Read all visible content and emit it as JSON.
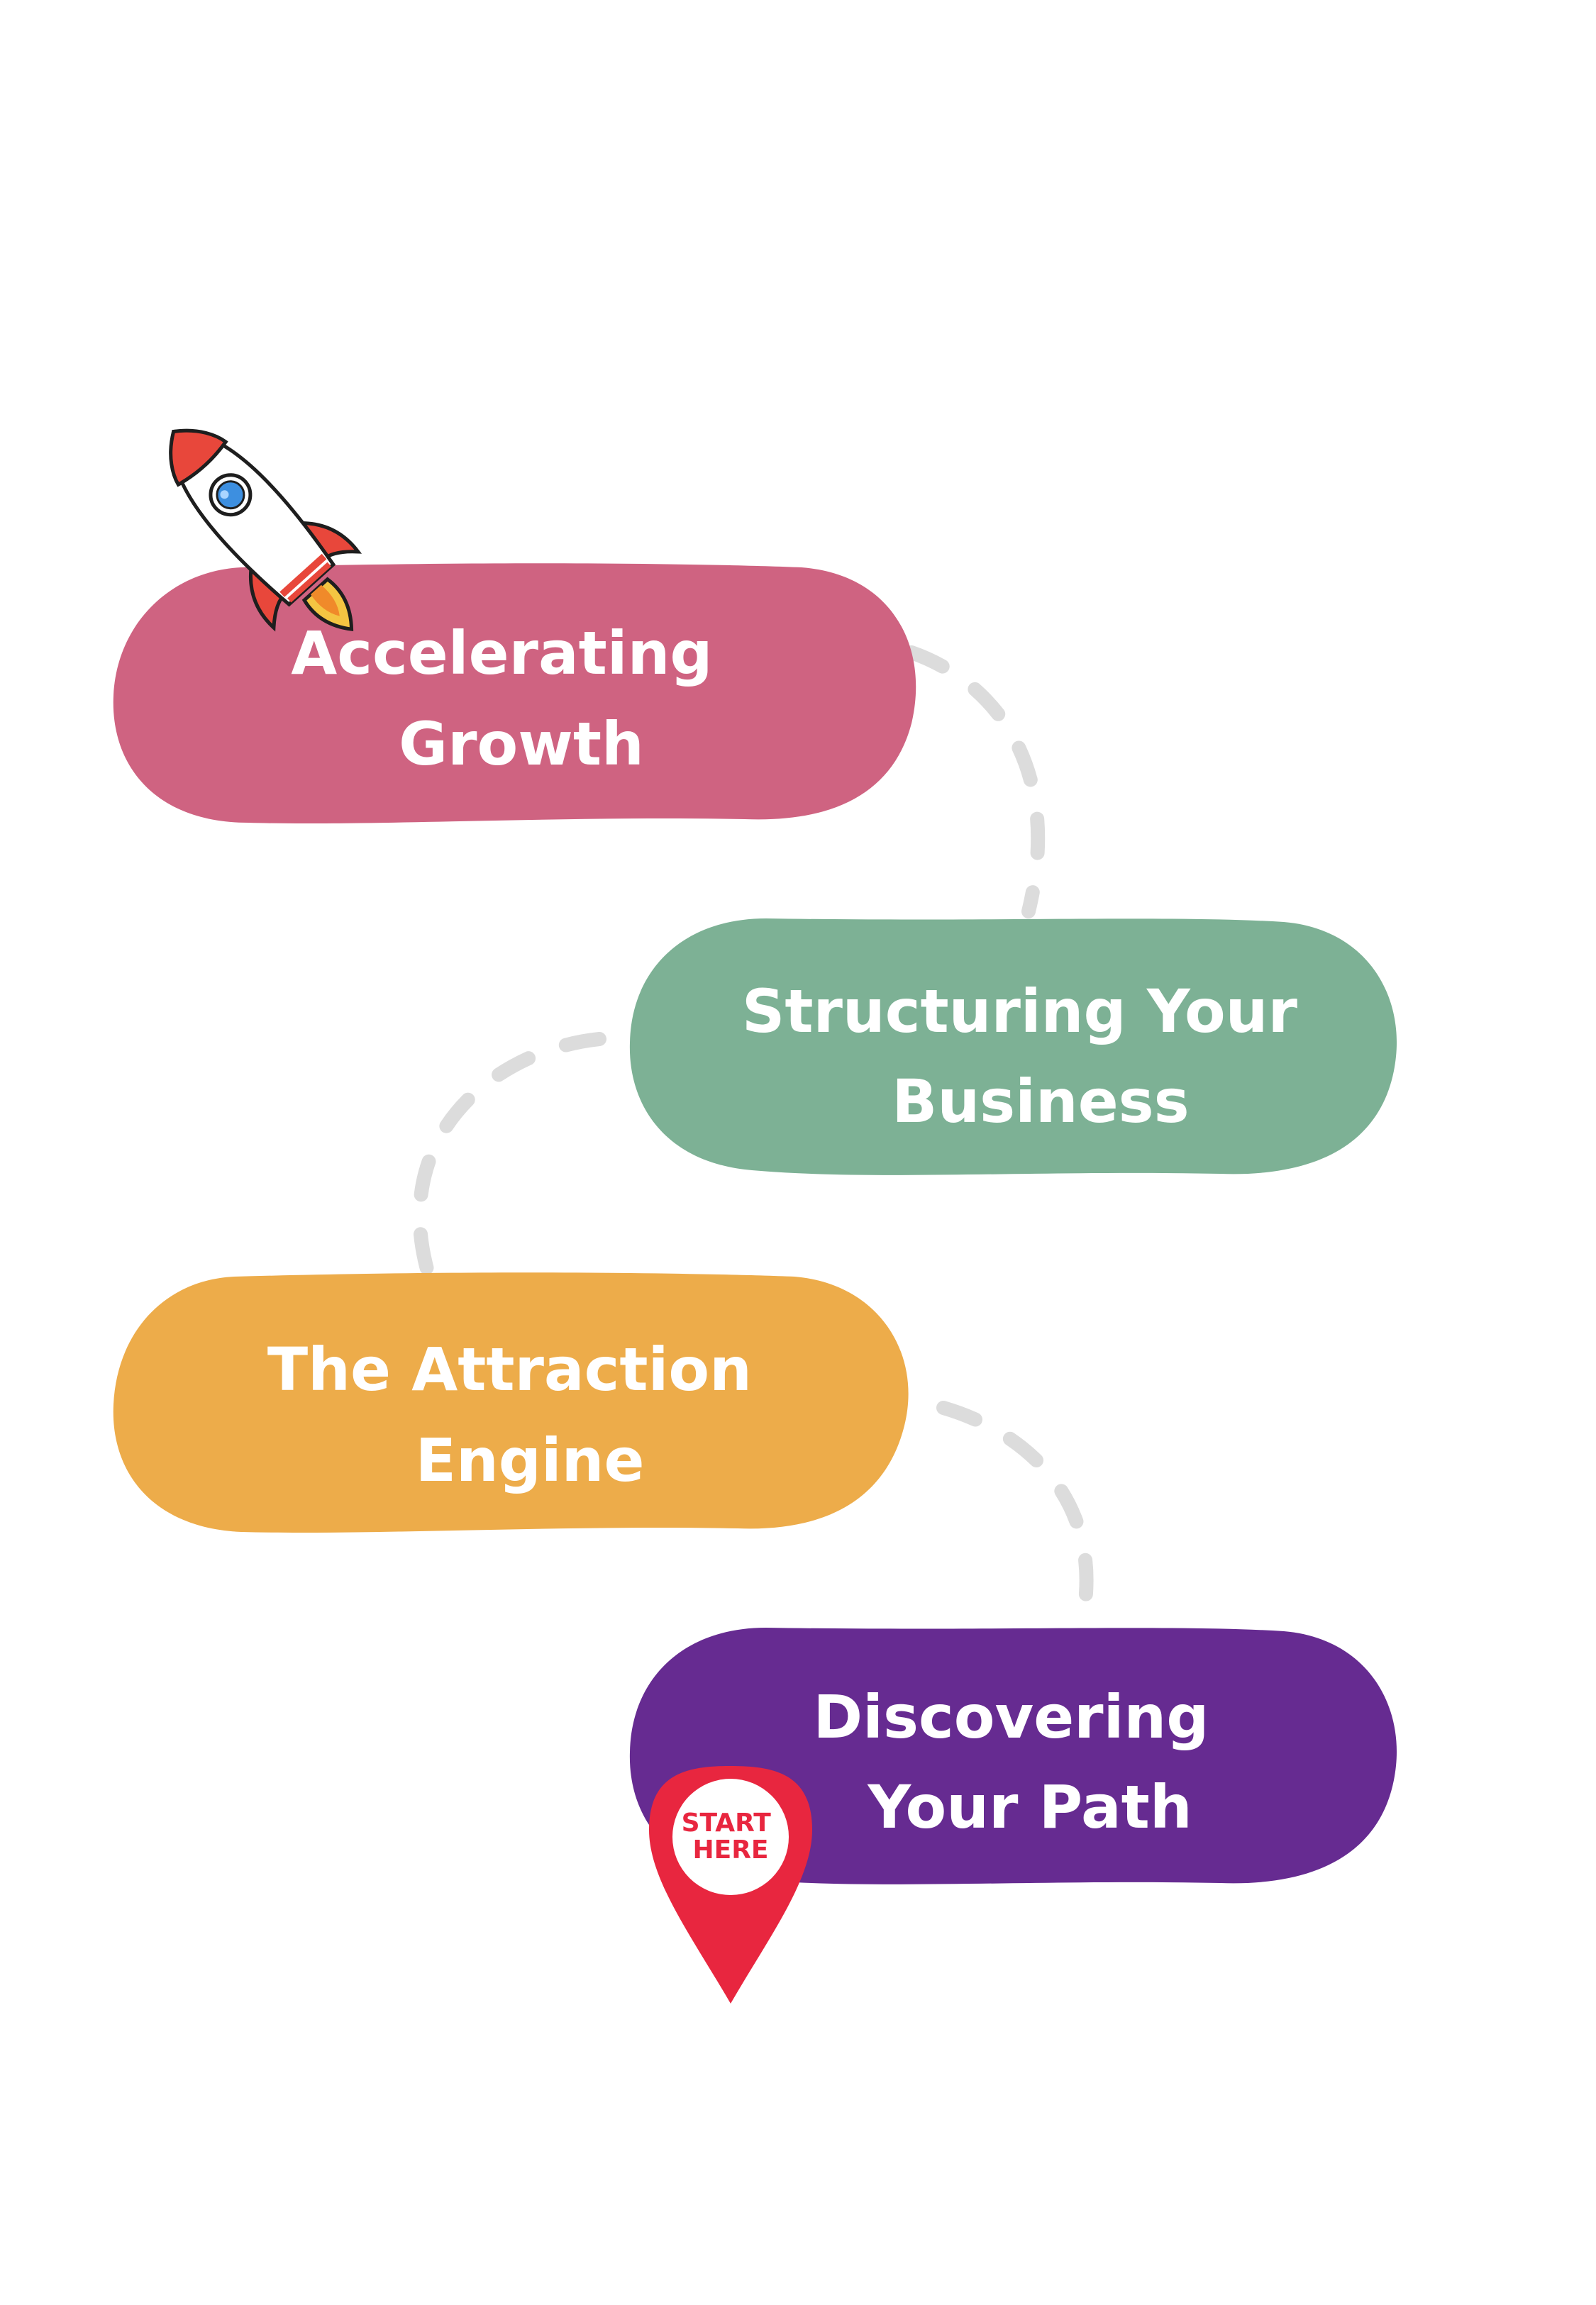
{
  "steps": [
    {
      "id": "accelerating-growth",
      "lines": [
        "Accelerating",
        "Growth"
      ],
      "color": "#cf6381"
    },
    {
      "id": "structuring-your-business",
      "lines": [
        "Structuring Your",
        "Business"
      ],
      "color": "#7db195"
    },
    {
      "id": "the-attraction-engine",
      "lines": [
        "The Attraction",
        "Engine"
      ],
      "color": "#edac4a"
    },
    {
      "id": "discovering-your-path",
      "lines": [
        "Discovering",
        "Your Path"
      ],
      "color": "#662b91"
    }
  ],
  "marker": {
    "lines": [
      "START",
      "HERE"
    ],
    "color": "#e8263f"
  },
  "connector_color": "#dcdcdc",
  "text_color": "#ffffff",
  "icons": [
    "rocket-icon",
    "location-pin-icon"
  ]
}
